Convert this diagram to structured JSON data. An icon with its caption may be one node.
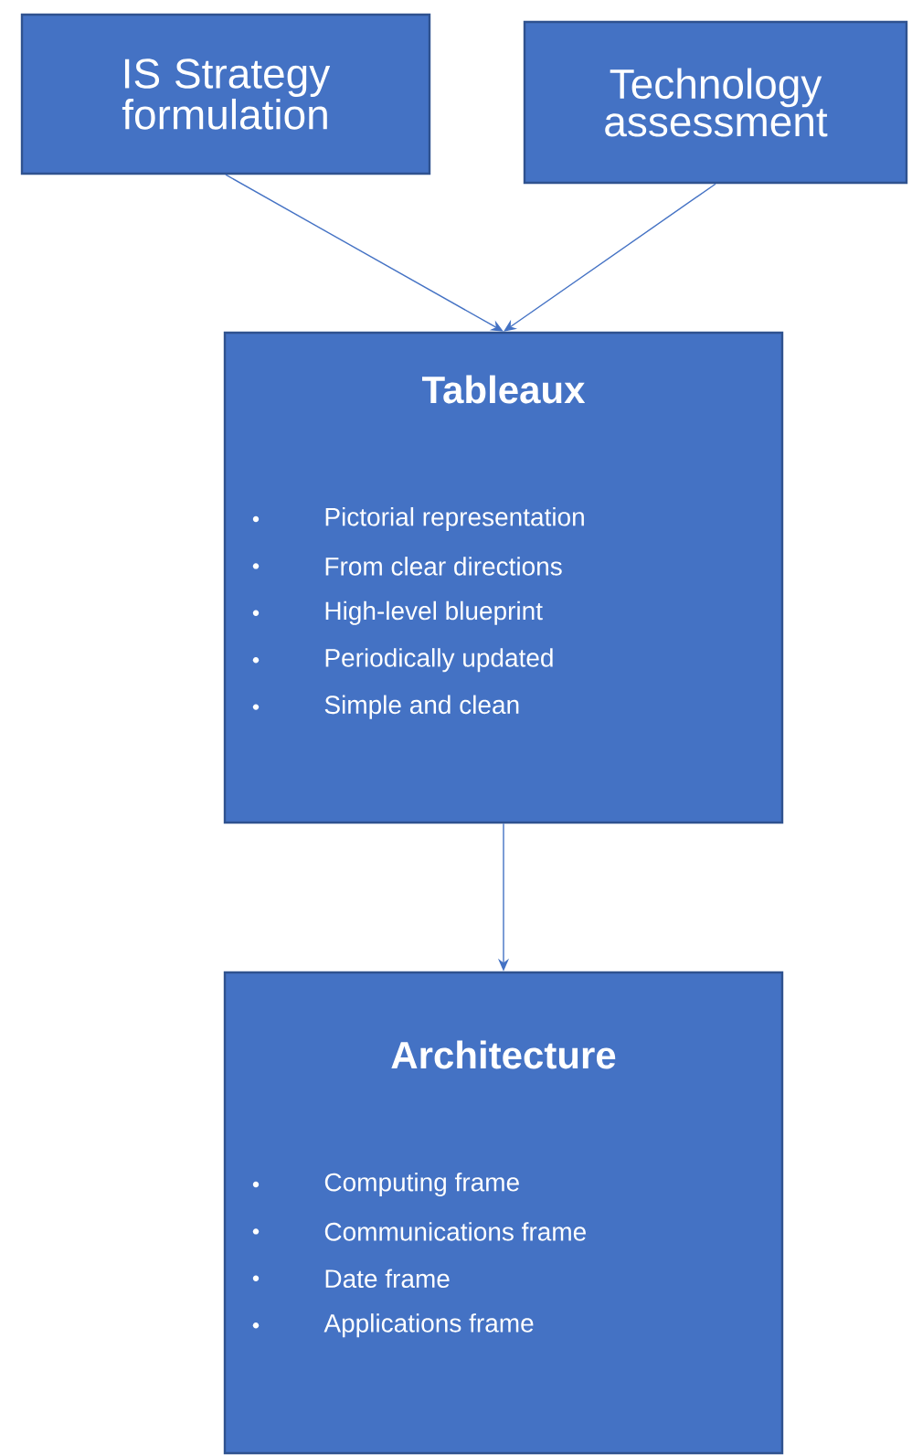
{
  "diagram": {
    "nodes": [
      {
        "text": [
          "IS Strategy formulation"
        ]
      },
      {
        "text": [
          "Technology assessment"
        ]
      },
      {
        "text": [
          "Tableaux",
          "Pictorial representation",
          "From clear directions",
          "High-level blueprint",
          "Periodically updated",
          "Simple and clean"
        ]
      },
      {
        "text": [
          "Architecture",
          "Computing frame",
          "Communications frame",
          "Date frame",
          "Applications frame"
        ]
      }
    ],
    "edges": [
      {
        "from": 0,
        "to": 2,
        "arrow": "to"
      },
      {
        "from": 1,
        "to": 2,
        "arrow": "to"
      },
      {
        "from": 2,
        "to": 3,
        "arrow": "to"
      }
    ]
  }
}
